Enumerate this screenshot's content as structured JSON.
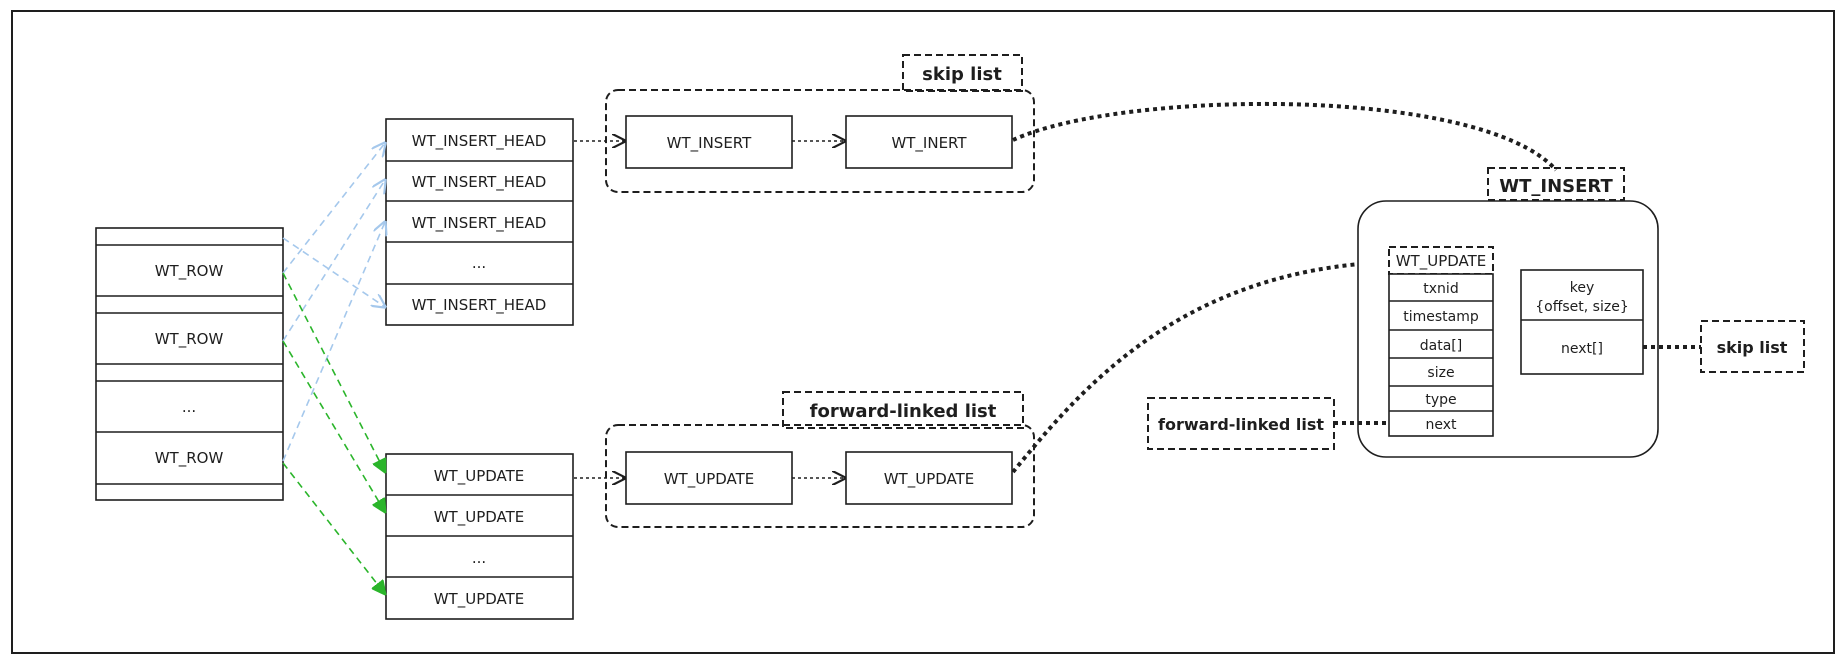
{
  "rows": {
    "items": [
      "WT_ROW",
      "WT_ROW",
      "...",
      "WT_ROW"
    ]
  },
  "insert_heads": {
    "items": [
      "WT_INSERT_HEAD",
      "WT_INSERT_HEAD",
      "WT_INSERT_HEAD",
      "...",
      "WT_INSERT_HEAD"
    ]
  },
  "updates": {
    "items": [
      "WT_UPDATE",
      "WT_UPDATE",
      "...",
      "WT_UPDATE"
    ]
  },
  "skip_list": {
    "title": "skip list",
    "node1": "WT_INSERT",
    "node2": "WT_INERT"
  },
  "forward_list": {
    "title": "forward-linked list",
    "node1": "WT_UPDATE",
    "node2": "WT_UPDATE"
  },
  "wt_insert_detail": {
    "title": "WT_INSERT",
    "update_title": "WT_UPDATE",
    "update_fields": [
      "txnid",
      "timestamp",
      "data[]",
      "size",
      "type",
      "next"
    ],
    "key_line1": "key",
    "key_line2": "{offset, size}",
    "next_field": "next[]",
    "skip_list_label": "skip list",
    "forward_list_label": "forward-linked list"
  },
  "colors": {
    "ink": "#1e1e1e",
    "row_to_insert_arrows": "#a5c8ec",
    "row_to_update_arrows": "#2bb52b"
  }
}
